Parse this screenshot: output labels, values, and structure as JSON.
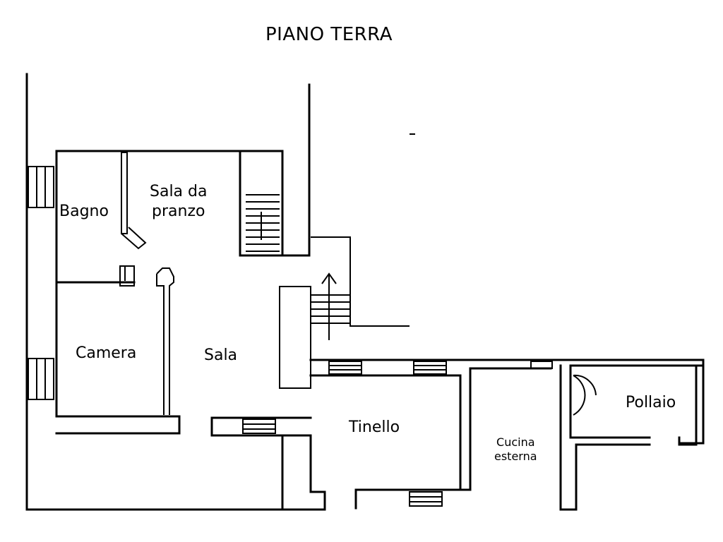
{
  "plan": {
    "title": "PIANO TERRA",
    "rooms": {
      "bagno": "Bagno",
      "sala_da_pranzo_line1": "Sala da",
      "sala_da_pranzo_line2": "pranzo",
      "camera": "Camera",
      "sala": "Sala",
      "tinello": "Tinello",
      "cucina_esterna_line1": "Cucina",
      "cucina_esterna_line2": "esterna",
      "pollaio": "Pollaio"
    }
  }
}
